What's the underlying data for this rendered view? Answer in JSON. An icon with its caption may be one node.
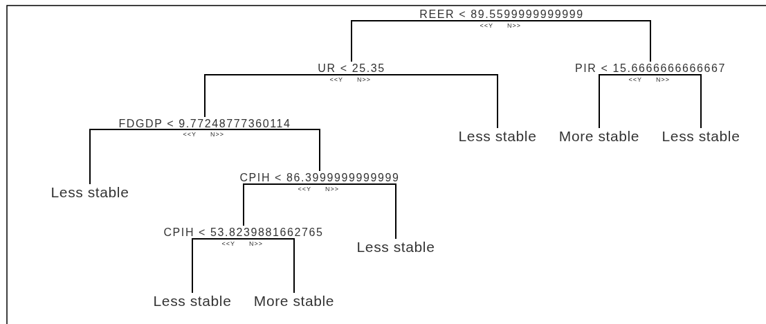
{
  "diagram": {
    "nodes": [
      {
        "text": [
          "REER < 89.5599999999999"
        ],
        "beside": [
          "<<Y",
          "N>>"
        ]
      },
      {
        "text": [
          "UR < 25.35"
        ],
        "beside": [
          "<<Y",
          "N>>"
        ]
      },
      {
        "text": [
          "PIR < 15.6666666666667"
        ],
        "beside": [
          "<<Y",
          "N>>"
        ]
      },
      {
        "text": [
          "FDGDP < 9.77248777360114"
        ],
        "beside": [
          "<<Y",
          "N>>"
        ]
      },
      {
        "text": [
          "Less stable"
        ]
      },
      {
        "text": [
          "More stable"
        ]
      },
      {
        "text": [
          "Less stable"
        ]
      },
      {
        "text": [
          "Less stable"
        ]
      },
      {
        "text": [
          "CPIH < 86.3999999999999"
        ],
        "beside": [
          "<<Y",
          "N>>"
        ]
      },
      {
        "text": [
          "CPIH < 53.8239881662765"
        ],
        "beside": [
          "<<Y",
          "N>>"
        ]
      },
      {
        "text": [
          "Less stable"
        ]
      },
      {
        "text": [
          "Less stable"
        ]
      },
      {
        "text": [
          "More stable"
        ]
      }
    ],
    "edges": [
      {
        "from": 0,
        "to": 1,
        "arrow": "none"
      },
      {
        "from": 0,
        "to": 2,
        "arrow": "none"
      },
      {
        "from": 1,
        "to": 3,
        "arrow": "none"
      },
      {
        "from": 1,
        "to": 4,
        "arrow": "none"
      },
      {
        "from": 2,
        "to": 5,
        "arrow": "none"
      },
      {
        "from": 2,
        "to": 6,
        "arrow": "none"
      },
      {
        "from": 3,
        "to": 7,
        "arrow": "none"
      },
      {
        "from": 3,
        "to": 8,
        "arrow": "none"
      },
      {
        "from": 8,
        "to": 9,
        "arrow": "none"
      },
      {
        "from": 8,
        "to": 10,
        "arrow": "none"
      },
      {
        "from": 9,
        "to": 11,
        "arrow": "none"
      },
      {
        "from": 9,
        "to": 12,
        "arrow": "none"
      }
    ]
  }
}
